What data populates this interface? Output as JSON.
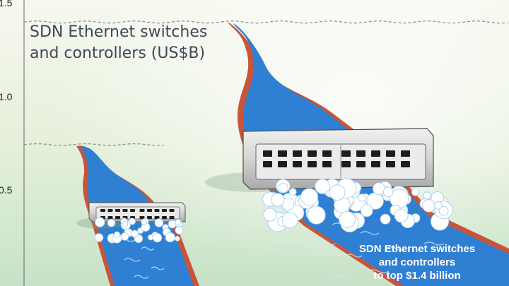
{
  "chart_data": {
    "type": "bar",
    "title_lines": [
      "SDN Ethernet switches",
      "and controllers (US$B)"
    ],
    "categories": [
      "",
      ""
    ],
    "values": [
      0.75,
      1.4
    ],
    "yticks": [
      "0.5",
      "1.0",
      "1.5"
    ],
    "ylim": [
      0,
      1.5
    ],
    "ylabel": "",
    "xlabel": "",
    "grid": false,
    "annotation_lines": [
      "SDN Ethernet switches",
      "and controllers",
      "to top $1.4 billion"
    ]
  },
  "colors": {
    "background_top": "#f6f8ee",
    "background_bottom": "#cfe6cf",
    "river": "#2f7fd0",
    "river_dark": "#1f5fa8",
    "river_bank": "#c8553a",
    "foam": "#ffffff",
    "switch_body": "#d9d9d9",
    "switch_port": "#1d1d1d",
    "caption_text": "#ffffff"
  },
  "icons": [
    "switch-icon",
    "foam-icon",
    "river-icon"
  ]
}
